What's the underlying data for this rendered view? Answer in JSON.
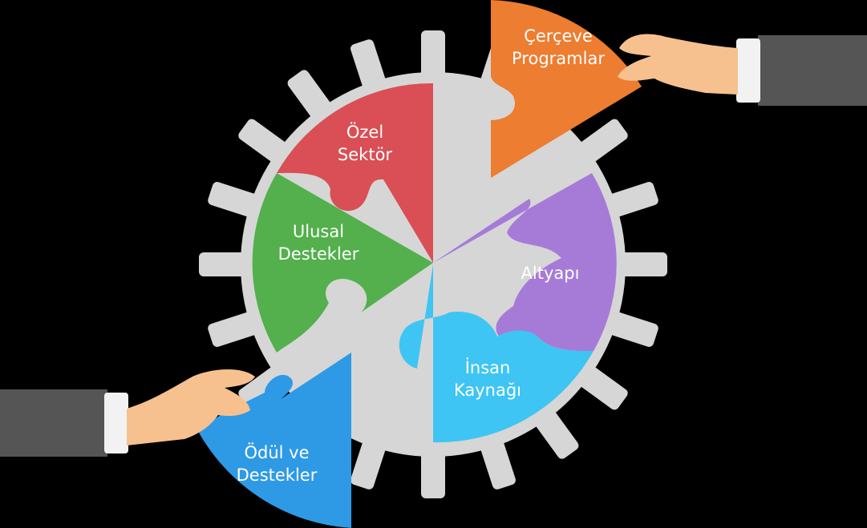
{
  "colors": {
    "background": "#000000",
    "gear": "#d6d6d6",
    "ozel_sektor": "#d94f55",
    "cerceve_programlar": "#ed7d31",
    "altyapi": "#a67bd8",
    "insan_kaynagi": "#3ec5f3",
    "odul_destekler": "#2e9ae6",
    "ulusal_destekler": "#53b04c",
    "skin": "#f6c18f",
    "sleeve": "#555555",
    "cuff": "#f2f2f2"
  },
  "pieces": {
    "ozel_sektor": {
      "line1": "Özel",
      "line2": "Sektör"
    },
    "cerceve_programlar": {
      "line1": "Çerçeve",
      "line2": "Programlar"
    },
    "altyapi": {
      "line1": "Altyapı"
    },
    "insan_kaynagi": {
      "line1": "İnsan",
      "line2": "Kaynağı"
    },
    "odul_destekler": {
      "line1": "Ödül ve",
      "line2": "Destekler"
    },
    "ulusal_destekler": {
      "line1": "Ulusal",
      "line2": "Destekler"
    }
  },
  "icons": [
    "gear-icon",
    "hand-icon"
  ]
}
